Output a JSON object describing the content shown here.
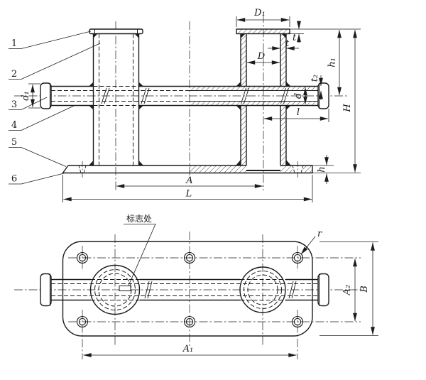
{
  "figure": {
    "type": "engineering-drawing",
    "subject": "double-column mooring bollard, sectioned side elevation (top) and plan view (bottom)",
    "line_color": "#1c1c1c",
    "background": "#ffffff",
    "callouts": {
      "c1": "1",
      "c2": "2",
      "c3": "3",
      "c4": "4",
      "c5": "5",
      "c6": "6"
    },
    "top": {
      "dims": {
        "D1": "D₁",
        "t_cap": "t",
        "t_wall": "t",
        "D": "D",
        "d1": "d₁",
        "t2": "t₂",
        "d": "d",
        "h1": "h₁",
        "H": "H",
        "l": "l",
        "h": "h",
        "A": "A",
        "L": "L"
      }
    },
    "bottom": {
      "mark_label": "标志处",
      "dims": {
        "r": "r",
        "A2": "A₂",
        "B": "B",
        "A1": "A₁"
      }
    }
  }
}
